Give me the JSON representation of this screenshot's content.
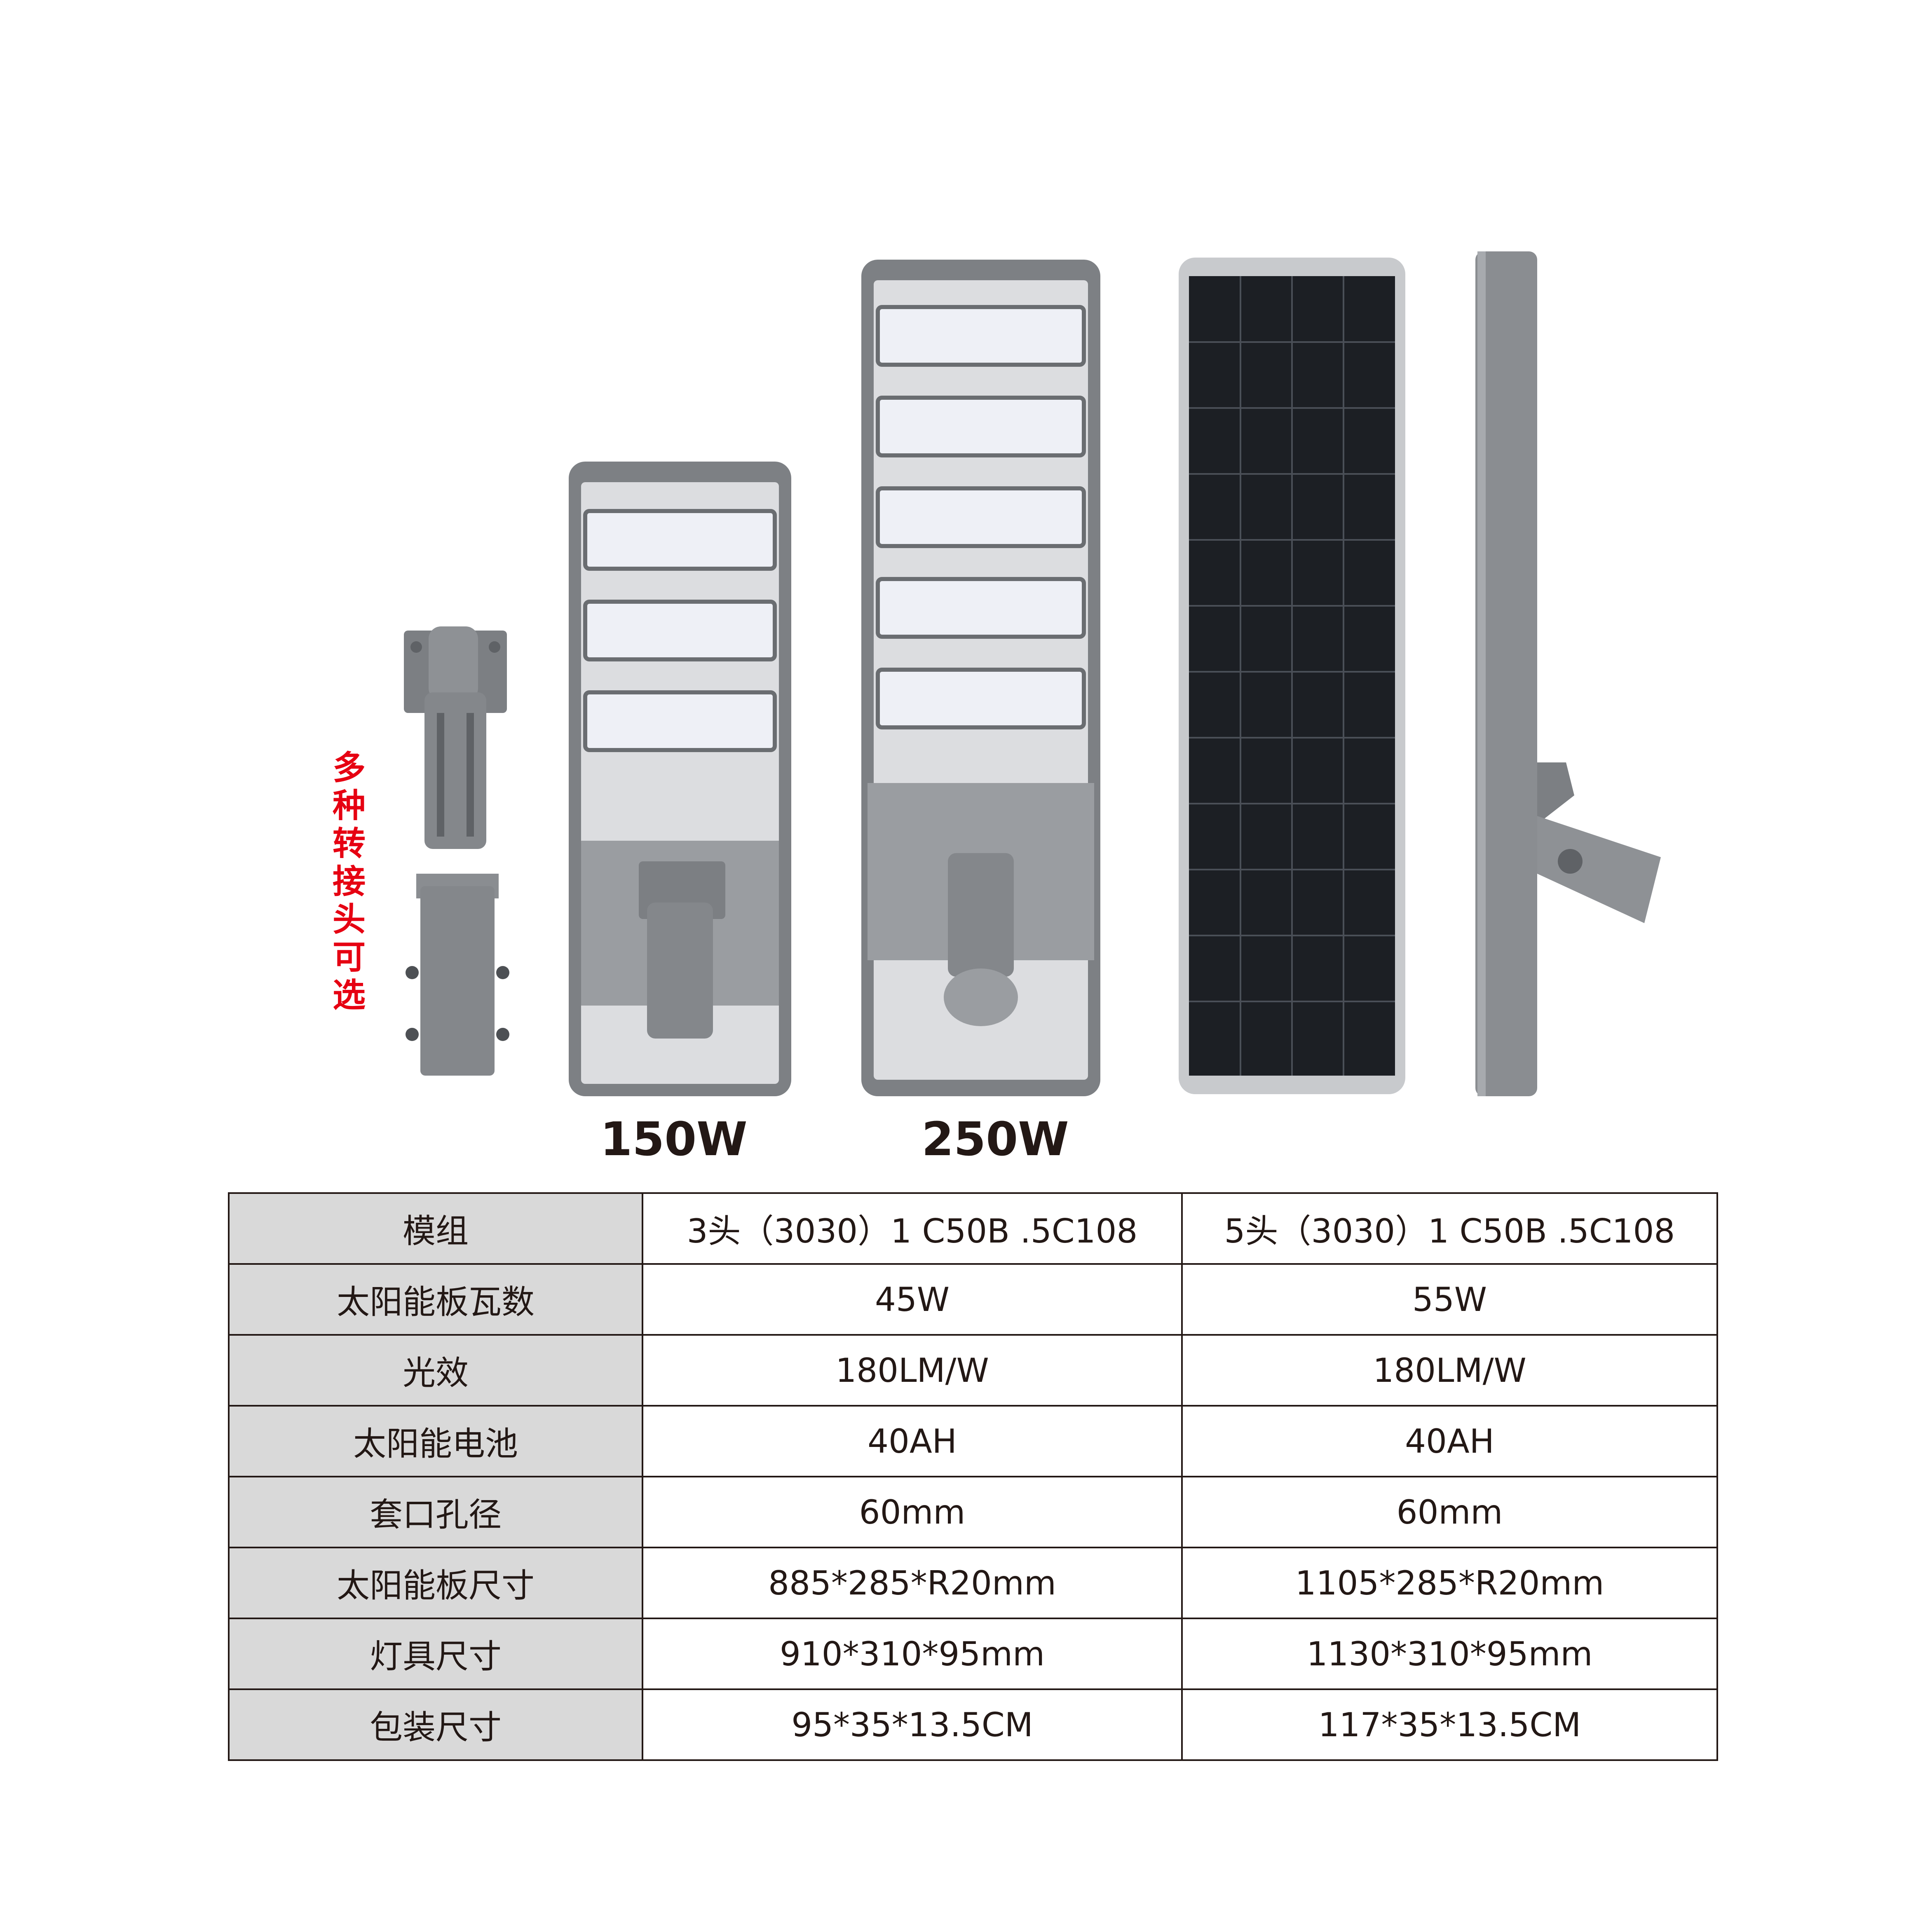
{
  "adapters_note": "多种转接头可选",
  "products": [
    {
      "label": "150W"
    },
    {
      "label": "250W"
    }
  ],
  "spec_table": {
    "rows": [
      {
        "label": "模组",
        "v1": "3头（3030）1 C50B .5C108",
        "v2": "5头（3030）1 C50B .5C108"
      },
      {
        "label": "太阳能板瓦数",
        "v1": "45W",
        "v2": "55W"
      },
      {
        "label": "光效",
        "v1": "180LM/W",
        "v2": "180LM/W"
      },
      {
        "label": "太阳能电池",
        "v1": "40AH",
        "v2": "40AH"
      },
      {
        "label": "套口孔径",
        "v1": "60mm",
        "v2": "60mm"
      },
      {
        "label": "太阳能板尺寸",
        "v1": "885*285*R20mm",
        "v2": "1105*285*R20mm"
      },
      {
        "label": "灯具尺寸",
        "v1": "910*310*95mm",
        "v2": "1130*310*95mm"
      },
      {
        "label": "包装尺寸",
        "v1": "95*35*13.5CM",
        "v2": "117*35*13.5CM"
      }
    ]
  },
  "colors": {
    "housing": "#8a8d91",
    "housing_dark": "#6e7175",
    "panel_cell": "#1c1f24",
    "note_red": "#e60012",
    "header_gray": "#d9d9d9"
  }
}
